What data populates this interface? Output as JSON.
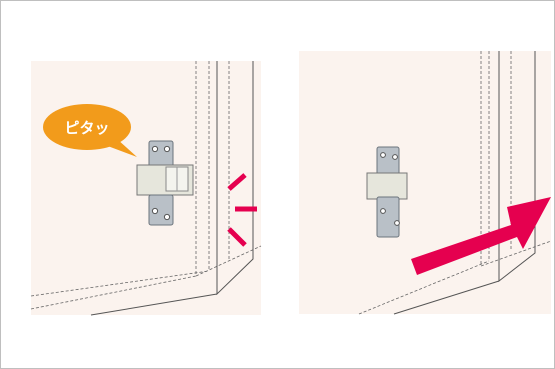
{
  "callout": {
    "text": "ピタッ"
  },
  "colors": {
    "panel_background": "#fbf3ee",
    "callout_fill": "#f29b1b",
    "accent_arrow": "#e5004f",
    "metal": "#b9c0c7",
    "outline": "#555555"
  },
  "icons": {
    "left": [
      "cabinet-panel",
      "magnetic-catch-icon",
      "speech-bubble",
      "impact-lines-icon"
    ],
    "right": [
      "cabinet-panel",
      "magnetic-catch-icon",
      "open-arrow-icon"
    ]
  }
}
